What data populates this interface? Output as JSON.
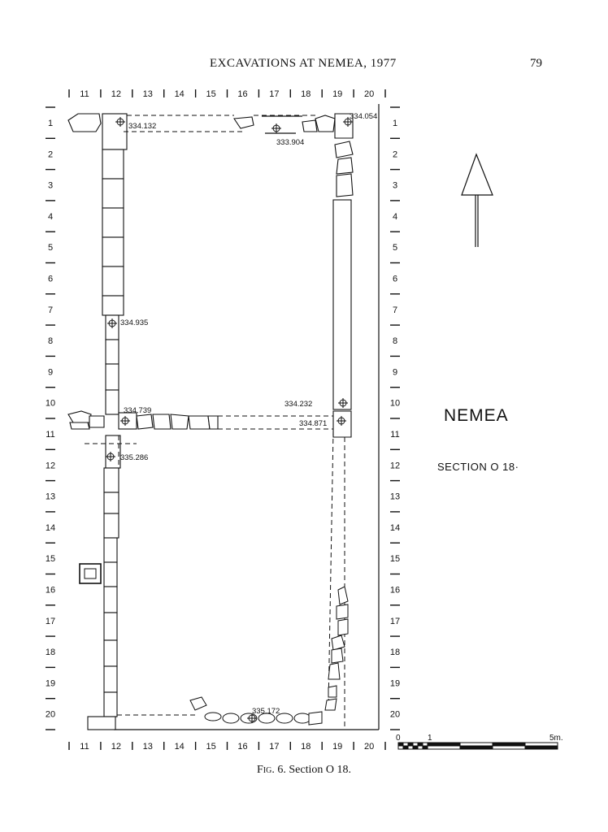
{
  "header": {
    "running_title": "EXCAVATIONS AT NEMEA, 1977",
    "page_number": "79"
  },
  "plan": {
    "title": "NEMEA",
    "subtitle": "SECTION O 18·",
    "column_labels": [
      "11",
      "12",
      "13",
      "14",
      "15",
      "16",
      "17",
      "18",
      "19",
      "20"
    ],
    "row_labels": [
      "1",
      "2",
      "3",
      "4",
      "5",
      "6",
      "7",
      "8",
      "9",
      "10",
      "11",
      "12",
      "13",
      "14",
      "15",
      "16",
      "17",
      "18",
      "19",
      "20"
    ],
    "elevations": [
      "334.132",
      "334.054",
      "333.904",
      "334.935",
      "334.739",
      "334.232",
      "334.871",
      "335.286",
      "335.172"
    ],
    "scale": {
      "labels": [
        "0",
        "1",
        "5m."
      ]
    },
    "north_arrow": "north-arrow-icon"
  },
  "caption": {
    "fig_label": "Fig.",
    "fig_number": "6.",
    "text": "Section O 18."
  }
}
